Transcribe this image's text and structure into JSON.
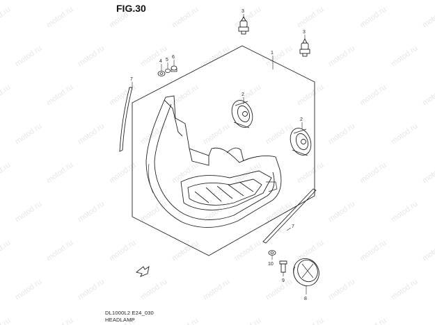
{
  "figure": {
    "title": "FIG.30",
    "model_code": "DL1000L2 E24_030",
    "part_group": "HEADLAMP"
  },
  "watermark": "motod.ru",
  "callouts": {
    "c1": "1",
    "c2a": "2",
    "c2b": "2",
    "c3a": "3",
    "c3b": "3",
    "c4": "4",
    "c5": "5",
    "c6": "6",
    "c7a": "7",
    "c7b": "7",
    "c8": "8",
    "c9": "9",
    "c10": "10"
  },
  "colors": {
    "line": "#222222",
    "watermark": "#e6e6e6"
  }
}
